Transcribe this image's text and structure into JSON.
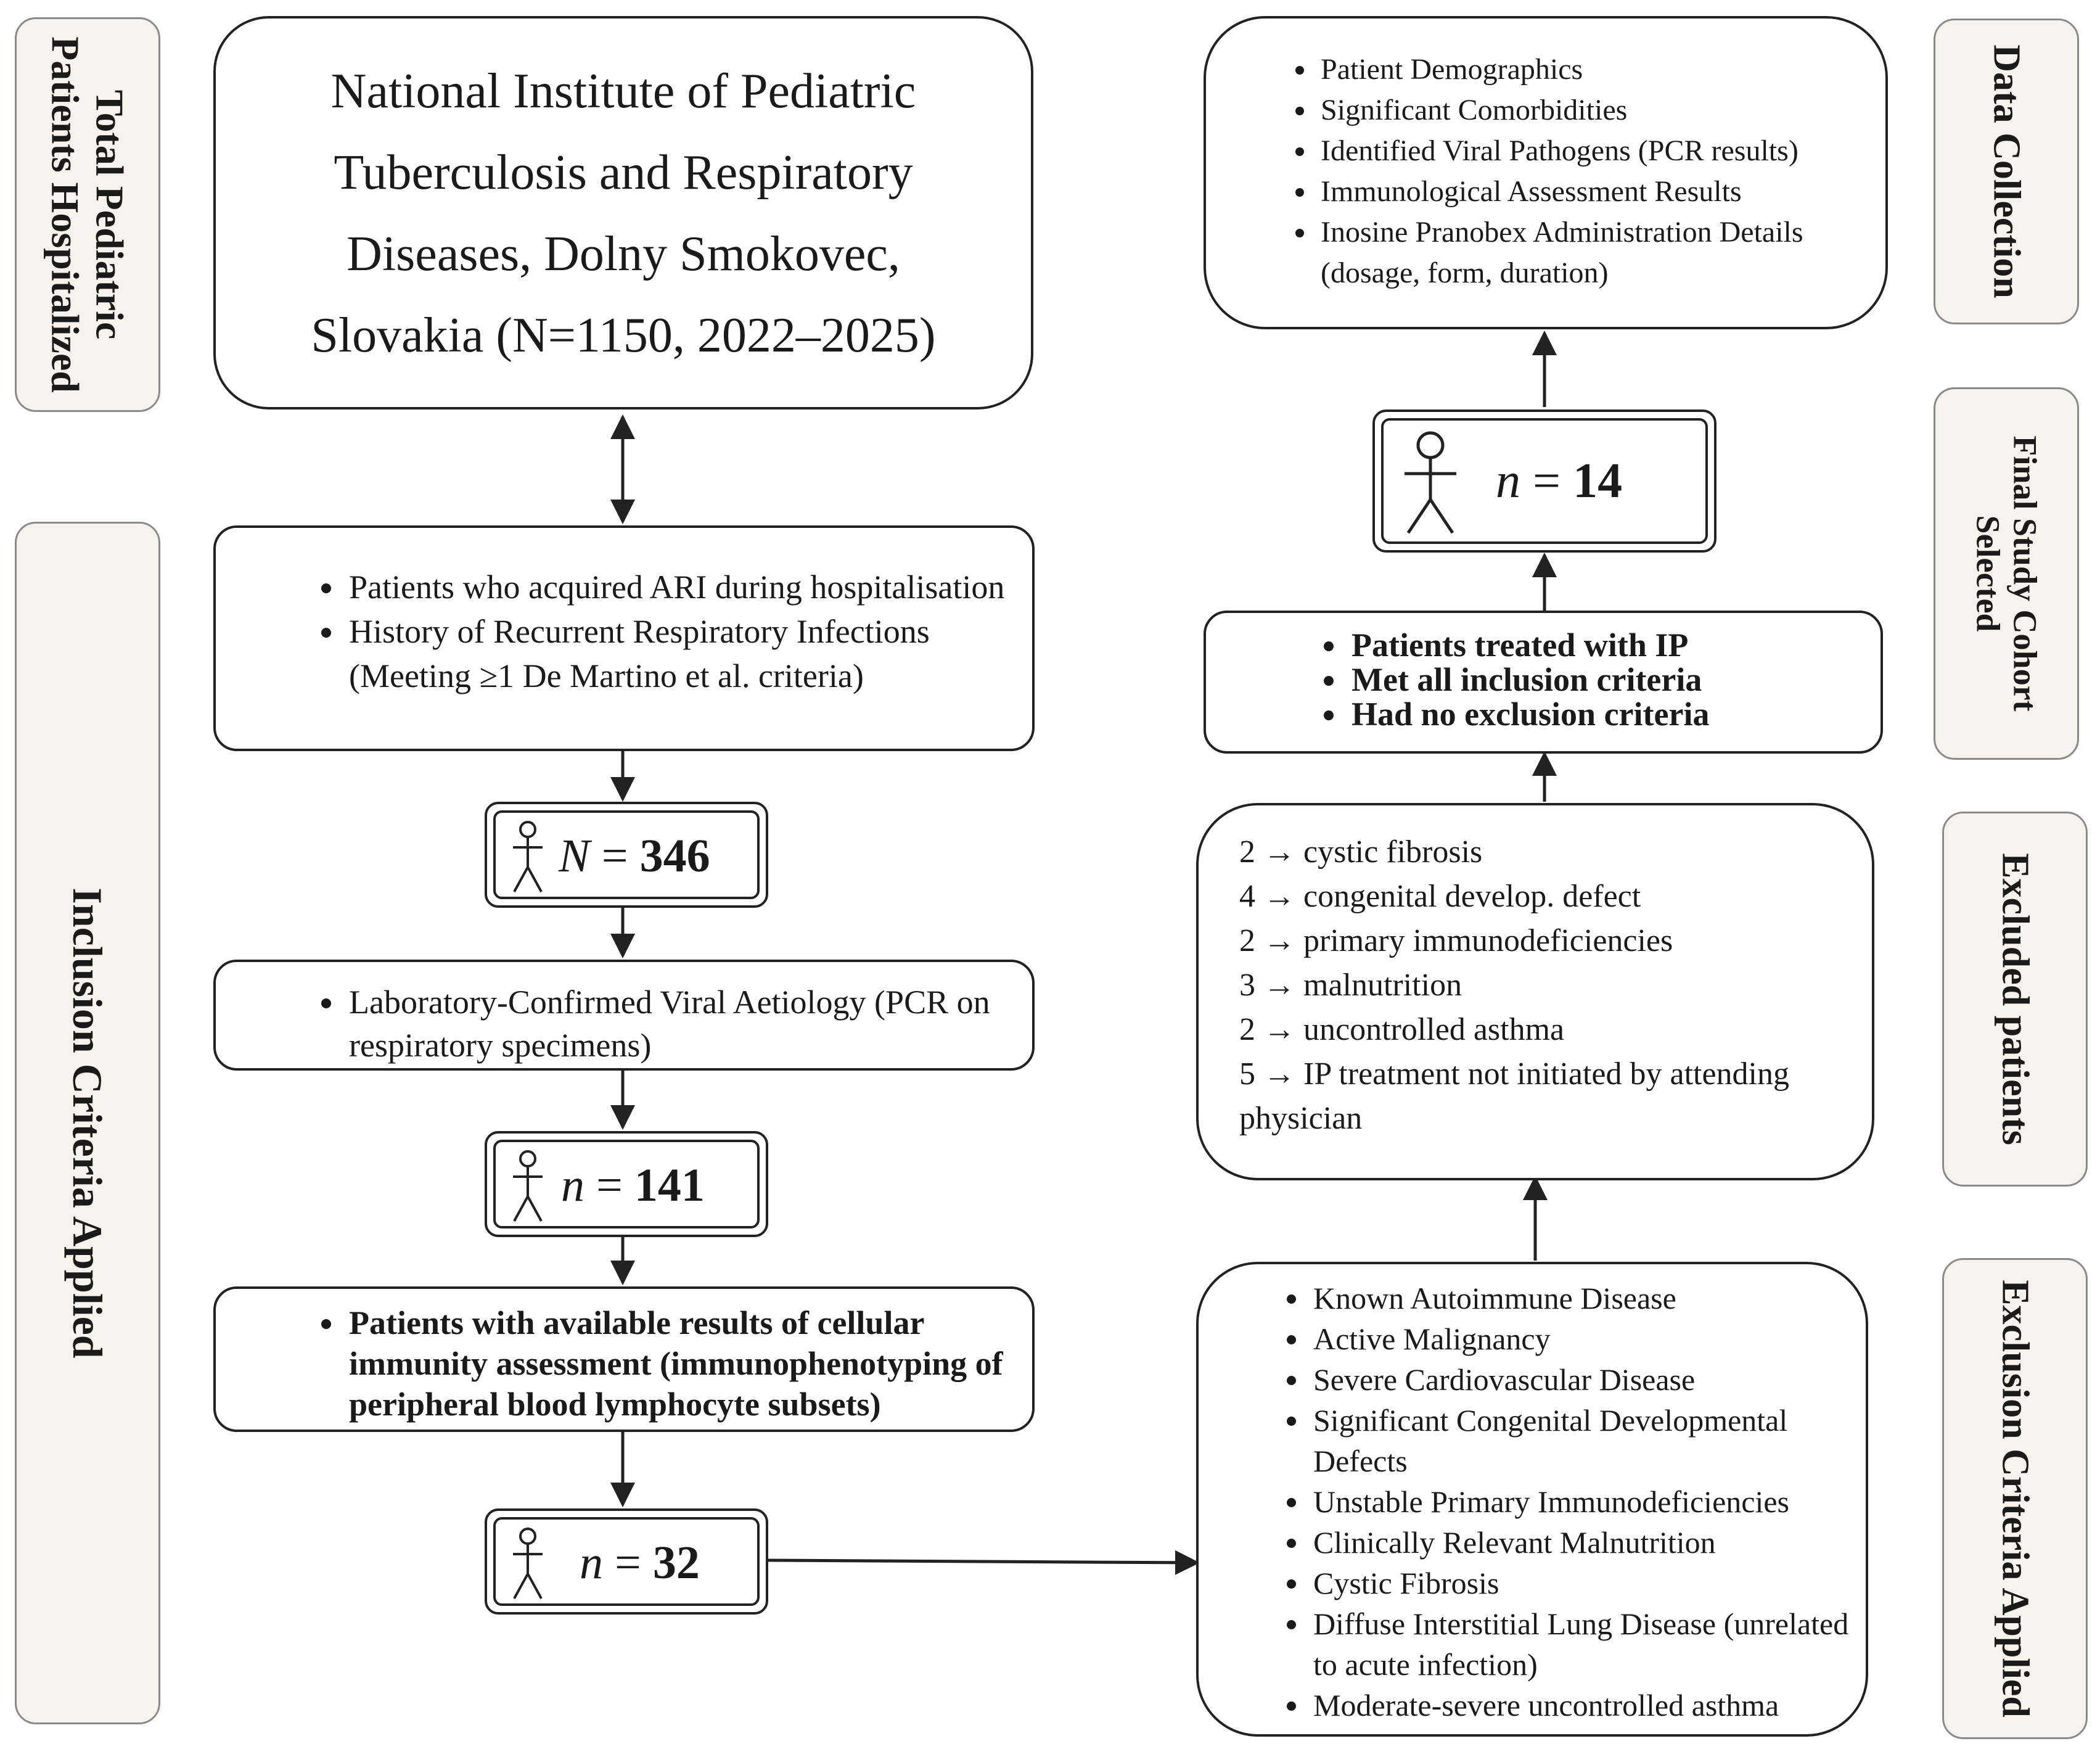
{
  "side_labels": {
    "total": [
      "Total Pediatric",
      "Patients Hospitalized"
    ],
    "inclusion": "Inclusion Criteria Applied",
    "data_collection": "Data Collection",
    "final": [
      "Final Study Cohort",
      "Selected"
    ],
    "excluded": "Excluded patients",
    "exclusion": "Exclusion Criteria Applied"
  },
  "institute": {
    "lines": [
      "National Institute of Pediatric",
      "Tuberculosis and Respiratory",
      "Diseases, Dolny Smokovec,",
      "Slovakia (N=1150, 2022–2025)"
    ]
  },
  "criteria1": [
    "Patients who acquired  ARI during hospitalisation",
    "History of Recurrent Respiratory Infections (Meeting ≥1 De Martino et al. criteria)"
  ],
  "count1": {
    "var": "N",
    "eq": " = ",
    "val": "346"
  },
  "criteria2": [
    "Laboratory-Confirmed Viral Aetiology (PCR on respiratory specimens)"
  ],
  "count2": {
    "var": "n",
    "eq": " = ",
    "val": "141"
  },
  "criteria3": [
    "Patients with available results of cellular immunity assessment (immunophenotyping of peripheral blood lymphocyte subsets)"
  ],
  "count3": {
    "var": "n",
    "eq": " = ",
    "val": "32"
  },
  "exclusion_list": [
    "Known Autoimmune Disease",
    "Active Malignancy",
    "Severe Cardiovascular Disease",
    "Significant Congenital Developmental Defects",
    "Unstable Primary Immunodeficiencies",
    "Clinically Relevant Malnutrition",
    "Cystic Fibrosis",
    "Diffuse Interstitial Lung Disease (unrelated to acute infection)",
    "Moderate-severe uncontrolled asthma"
  ],
  "excluded_list": [
    "2  → cystic fibrosis",
    "4  → congenital develop. defect",
    "2  → primary immunodeficiencies",
    "3  → malnutrition",
    "2  → uncontrolled asthma",
    "5  →  IP treatment not initiated by attending physician"
  ],
  "ip_box": [
    "Patients treated with IP",
    "Met all inclusion criteria",
    "Had no exclusion criteria"
  ],
  "final_count": {
    "var": "n",
    "eq": " = ",
    "val": "14"
  },
  "data_collection_list": [
    "Patient Demographics",
    "Significant Comorbidities",
    "Identified Viral Pathogens (PCR results)",
    "Immunological Assessment Results",
    "Inosine Pranobex Administration Details (dosage, form, duration)"
  ]
}
